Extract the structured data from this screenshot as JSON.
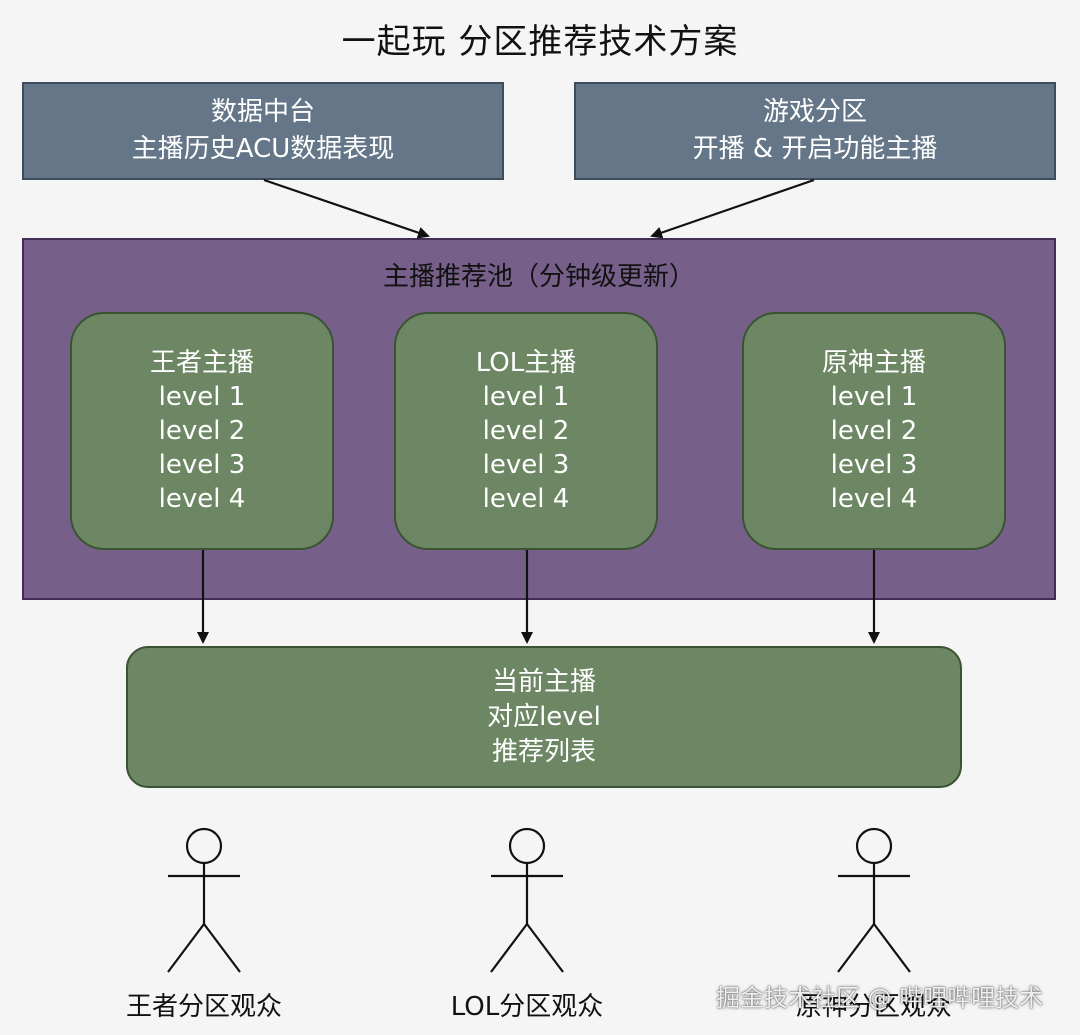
{
  "title": "一起玩 分区推荐技术方案",
  "sources": [
    {
      "line1": "数据中台",
      "line2": "主播历史ACU数据表现"
    },
    {
      "line1": "游戏分区",
      "line2": "开播 & 开启功能主播"
    }
  ],
  "pool": {
    "title": "主播推荐池（分钟级更新）",
    "groups": [
      {
        "name": "王者主播",
        "levels": [
          "level 1",
          "level 2",
          "level 3",
          "level 4"
        ]
      },
      {
        "name": "LOL主播",
        "levels": [
          "level 1",
          "level 2",
          "level 3",
          "level 4"
        ]
      },
      {
        "name": "原神主播",
        "levels": [
          "level 1",
          "level 2",
          "level 3",
          "level 4"
        ]
      }
    ]
  },
  "result": {
    "lines": [
      "当前主播",
      "对应level",
      "推荐列表"
    ]
  },
  "audiences": [
    "王者分区观众",
    "LOL分区观众",
    "原神分区观众"
  ],
  "watermark": "掘金技术社区 @ 哔哩哔哩技术",
  "colors": {
    "source_fill": "#647687",
    "pool_fill": "#76608a",
    "group_fill": "#6d8764",
    "arrow": "#111111"
  }
}
